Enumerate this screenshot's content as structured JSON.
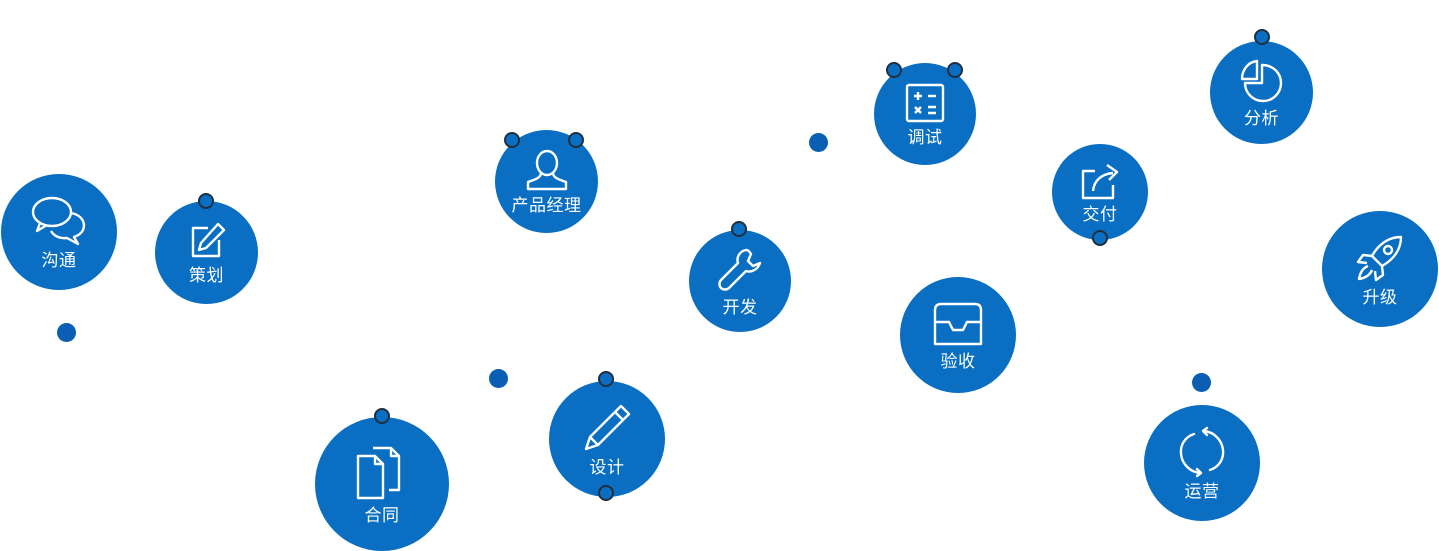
{
  "colors": {
    "node": "#0a6fc2",
    "dot": "#0a5fb4",
    "pin_border": "#1f2f3f",
    "icon": "#ffffff"
  },
  "nodes": [
    {
      "id": "goutong",
      "label": "沟通",
      "icon": "chat-bubbles-icon"
    },
    {
      "id": "cehua",
      "label": "策划",
      "icon": "edit-square-icon"
    },
    {
      "id": "hetong",
      "label": "合同",
      "icon": "documents-icon"
    },
    {
      "id": "chanpin",
      "label": "产品经理",
      "icon": "user-icon"
    },
    {
      "id": "sheji",
      "label": "设计",
      "icon": "pencil-icon"
    },
    {
      "id": "kaifa",
      "label": "开发",
      "icon": "wrench-icon"
    },
    {
      "id": "tiaoshi",
      "label": "调试",
      "icon": "calculator-icon"
    },
    {
      "id": "yanshou",
      "label": "验收",
      "icon": "inbox-tray-icon"
    },
    {
      "id": "jiaofu",
      "label": "交付",
      "icon": "share-box-icon"
    },
    {
      "id": "fenxi",
      "label": "分析",
      "icon": "pie-chart-icon"
    },
    {
      "id": "yunying",
      "label": "运营",
      "icon": "refresh-cycle-icon"
    },
    {
      "id": "shengji",
      "label": "升级",
      "icon": "rocket-icon"
    }
  ]
}
